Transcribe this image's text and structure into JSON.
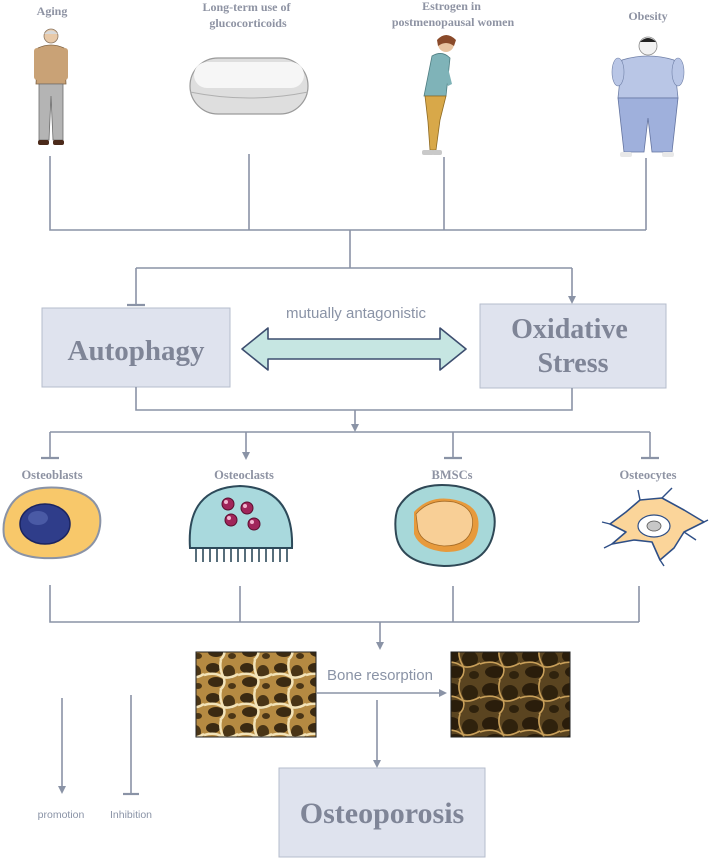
{
  "risk_factors": [
    {
      "id": "aging",
      "label_lines": [
        "Aging"
      ]
    },
    {
      "id": "glucocorticoids",
      "label_lines": [
        "Long-term use of",
        "glucocorticoids"
      ]
    },
    {
      "id": "estrogen",
      "label_lines": [
        "Estrogen in",
        "postmenopausal women"
      ]
    },
    {
      "id": "obesity",
      "label_lines": [
        "Obesity"
      ]
    }
  ],
  "mechanisms": {
    "autophagy": "Autophagy",
    "oxidative_lines": [
      "Oxidative",
      "Stress"
    ],
    "relation": "mutually antagonistic"
  },
  "cells": [
    "Osteoblasts",
    "Osteoclasts",
    "BMSCs",
    "Osteocytes"
  ],
  "process": "Bone resorption",
  "outcome": "Osteoporosis",
  "legend": {
    "promotion": "promotion",
    "inhibition": "Inhibition"
  },
  "colors": {
    "line": "#8a93a6",
    "box_fill": "#dfe3ee",
    "box_text": "#7f8597",
    "label_text": "#8e93a3",
    "arrow_fill": "#c6e6e2",
    "arrow_stroke": "#3d4e6f"
  }
}
